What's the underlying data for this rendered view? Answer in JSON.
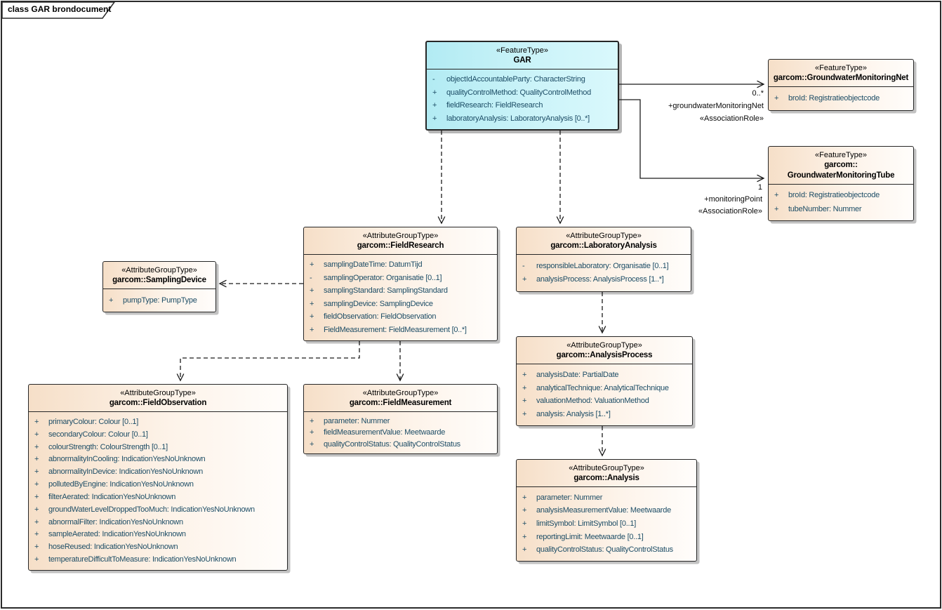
{
  "frame": {
    "title": "class GAR brondocument"
  },
  "colors": {
    "feature_type_fill": "#c0eff6",
    "attribute_group_fill_left": "#f6dfc8",
    "attribute_group_fill_right": "#fffdfb",
    "box_border": "#262626",
    "attribute_text": "#1d4d66",
    "connector_line": "#1a1a1a"
  },
  "classes": {
    "gar": {
      "stereotype": "«FeatureType»",
      "name": "GAR",
      "attributes": [
        {
          "vis": "-",
          "text": "objectIdAccountableParty: CharacterString"
        },
        {
          "vis": "+",
          "text": "qualityControlMethod: QualityControlMethod"
        },
        {
          "vis": "+",
          "text": "fieldResearch: FieldResearch"
        },
        {
          "vis": "+",
          "text": "laboratoryAnalysis: LaboratoryAnalysis [0..*]"
        }
      ]
    },
    "net": {
      "stereotype": "«FeatureType»",
      "name": "garcom::GroundwaterMonitoringNet",
      "attributes": [
        {
          "vis": "+",
          "text": "broId: Registratieobjectcode"
        }
      ]
    },
    "tube": {
      "stereotype": "«FeatureType»",
      "name_line1": "garcom::",
      "name_line2": "GroundwaterMonitoringTube",
      "attributes": [
        {
          "vis": "+",
          "text": "broId: Registratieobjectcode"
        },
        {
          "vis": "+",
          "text": "tubeNumber: Nummer"
        }
      ]
    },
    "field_research": {
      "stereotype": "«AttributeGroupType»",
      "name": "garcom::FieldResearch",
      "attributes": [
        {
          "vis": "+",
          "text": "samplingDateTime: DatumTijd"
        },
        {
          "vis": "-",
          "text": "samplingOperator: Organisatie [0..1]"
        },
        {
          "vis": "+",
          "text": "samplingStandard: SamplingStandard"
        },
        {
          "vis": "+",
          "text": "samplingDevice: SamplingDevice"
        },
        {
          "vis": "+",
          "text": "fieldObservation: FieldObservation"
        },
        {
          "vis": "+",
          "text": "FieldMeasurement: FieldMeasurement [0..*]"
        }
      ]
    },
    "laboratory_analysis": {
      "stereotype": "«AttributeGroupType»",
      "name": "garcom::LaboratoryAnalysis",
      "attributes": [
        {
          "vis": "-",
          "text": "responsibleLaboratory: Organisatie [0..1]"
        },
        {
          "vis": "+",
          "text": "analysisProcess: AnalysisProcess [1..*]"
        }
      ]
    },
    "sampling_device": {
      "stereotype": "«AttributeGroupType»",
      "name": "garcom::SamplingDevice",
      "attributes": [
        {
          "vis": "+",
          "text": "pumpType: PumpType"
        }
      ]
    },
    "field_observation": {
      "stereotype": "«AttributeGroupType»",
      "name": "garcom::FieldObservation",
      "attributes": [
        {
          "vis": "+",
          "text": "primaryColour: Colour [0..1]"
        },
        {
          "vis": "+",
          "text": "secondaryColour: Colour [0..1]"
        },
        {
          "vis": "+",
          "text": "colourStrength: ColourStrength [0..1]"
        },
        {
          "vis": "+",
          "text": "abnormalityInCooling: IndicationYesNoUnknown"
        },
        {
          "vis": "+",
          "text": "abnormalityInDevice: IndicationYesNoUnknown"
        },
        {
          "vis": "+",
          "text": "pollutedByEngine: IndicationYesNoUnknown"
        },
        {
          "vis": "+",
          "text": "filterAerated: IndicationYesNoUnknown"
        },
        {
          "vis": "+",
          "text": "groundWaterLevelDroppedTooMuch: IndicationYesNoUnknown"
        },
        {
          "vis": "+",
          "text": "abnormalFilter: IndicationYesNoUnknown"
        },
        {
          "vis": "+",
          "text": "sampleAerated: IndicationYesNoUnknown"
        },
        {
          "vis": "+",
          "text": "hoseReused: IndicationYesNoUnknown"
        },
        {
          "vis": "+",
          "text": "temperatureDifficultToMeasure: IndicationYesNoUnknown"
        }
      ]
    },
    "field_measurement": {
      "stereotype": "«AttributeGroupType»",
      "name": "garcom::FieldMeasurement",
      "attributes": [
        {
          "vis": "+",
          "text": "parameter: Nummer"
        },
        {
          "vis": "+",
          "text": "fieldMeasurementValue: Meetwaarde"
        },
        {
          "vis": "+",
          "text": "qualityControlStatus: QualityControlStatus"
        }
      ]
    },
    "analysis_process": {
      "stereotype": "«AttributeGroupType»",
      "name": "garcom::AnalysisProcess",
      "attributes": [
        {
          "vis": "+",
          "text": "analysisDate: PartialDate"
        },
        {
          "vis": "+",
          "text": "analyticalTechnique: AnalyticalTechnique"
        },
        {
          "vis": "+",
          "text": "valuationMethod: ValuationMethod"
        },
        {
          "vis": "+",
          "text": "analysis: Analysis [1..*]"
        }
      ]
    },
    "analysis": {
      "stereotype": "«AttributeGroupType»",
      "name": "garcom::Analysis",
      "attributes": [
        {
          "vis": "+",
          "text": "parameter: Nummer"
        },
        {
          "vis": "+",
          "text": "analysisMeasurementValue: Meetwaarde"
        },
        {
          "vis": "+",
          "text": "limitSymbol: LimitSymbol [0..1]"
        },
        {
          "vis": "+",
          "text": "reportingLimit: Meetwaarde [0..1]"
        },
        {
          "vis": "+",
          "text": "qualityControlStatus: QualityControlStatus"
        }
      ]
    }
  },
  "connectors": {
    "net": {
      "multiplicity": "0..*",
      "role": "+groundwaterMonitoringNet",
      "stereotype": "«AssociationRole»"
    },
    "tube": {
      "multiplicity": "1",
      "role": "+monitoringPoint",
      "stereotype": "«AssociationRole»"
    }
  }
}
